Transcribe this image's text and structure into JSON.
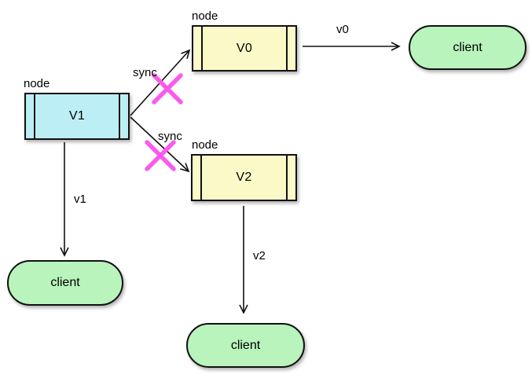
{
  "diagram": {
    "title": "replication diagram: node V1 fails to sync to nodes V0 and V2; each node serves its own value to a client",
    "nodes": {
      "v1": {
        "tag": "node",
        "label": "V1"
      },
      "v0": {
        "tag": "node",
        "label": "V0"
      },
      "v2": {
        "tag": "node",
        "label": "V2"
      }
    },
    "clients": {
      "top_right": {
        "label": "client"
      },
      "bottom_left": {
        "label": "client"
      },
      "bottom_center": {
        "label": "client"
      }
    },
    "edges": {
      "sync_v1_v0": {
        "label": "sync",
        "status": "failed"
      },
      "sync_v1_v2": {
        "label": "sync",
        "status": "failed"
      },
      "v0_to_client": {
        "label": "v0"
      },
      "v1_to_client": {
        "label": "v1"
      },
      "v2_to_client": {
        "label": "v2"
      }
    }
  },
  "colors": {
    "node-v1-fill": "#bceef5",
    "node-v0-fill": "#fbf9c8",
    "node-v2-fill": "#fbf9c8",
    "client-fill": "#b8f4bc",
    "failure-x": "#fa5bec",
    "shape-border": "#111111",
    "arrow": "#111111",
    "text": "#000000"
  }
}
